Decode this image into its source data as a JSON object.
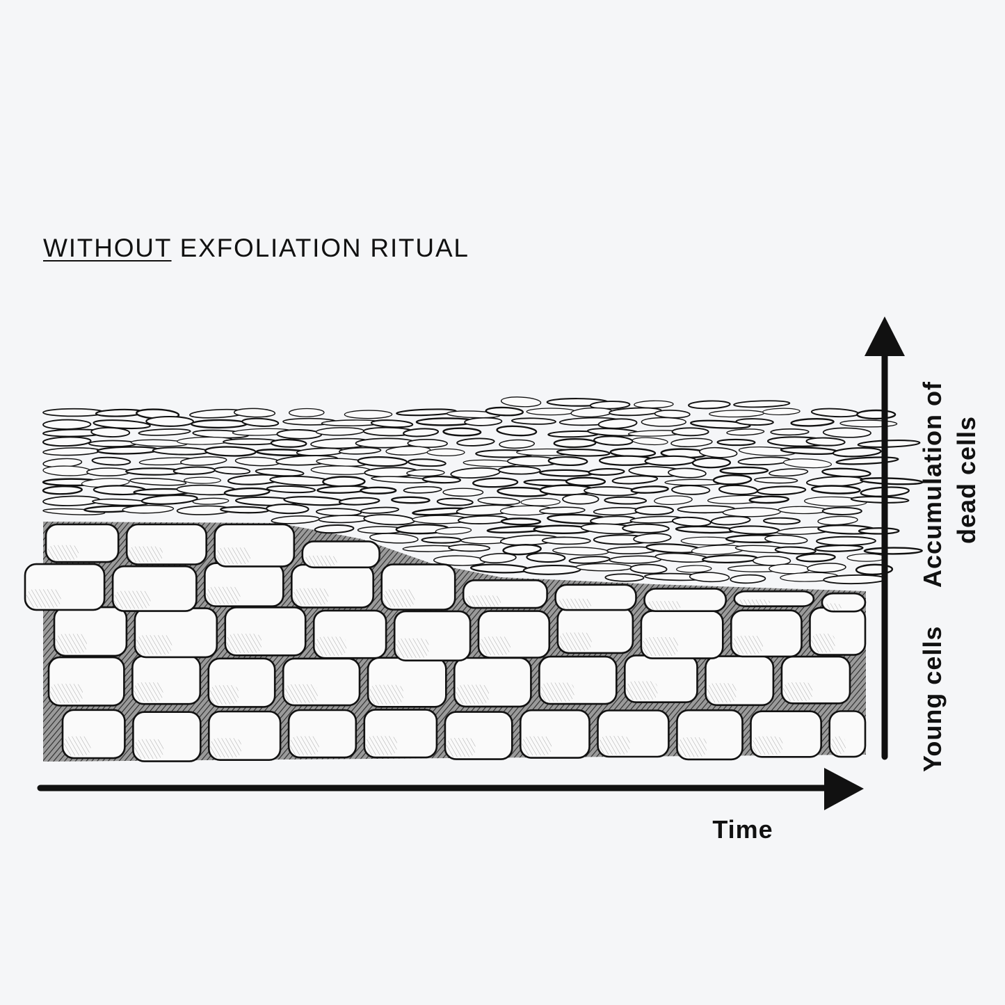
{
  "title": {
    "emphasis": "WITHOUT",
    "rest": " EXFOLIATION RITUAL"
  },
  "axes": {
    "x_label": "Time",
    "y_label_top": "Accumulation of",
    "y_label_bottom": "dead cells",
    "y_label_base": "Young cells"
  },
  "colors": {
    "background": "#f5f6f8",
    "ink": "#111111",
    "cell_fill": "#fafafa",
    "mortar": "#3a3a3a"
  }
}
